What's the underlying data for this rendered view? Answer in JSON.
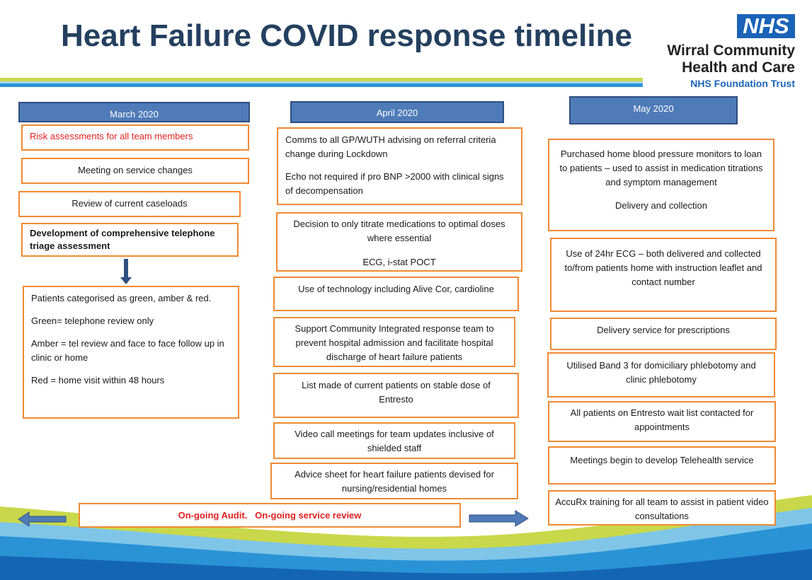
{
  "title": "Heart Failure COVID response timeline",
  "logo": {
    "badge": "NHS",
    "line1": "Wirral Community",
    "line2": "Health and Care",
    "line3": "NHS Foundation Trust"
  },
  "colors": {
    "title": "#24405f",
    "header_fill": "#4f7bb8",
    "box_border": "#ef8a33",
    "alert_text": "#e02020",
    "nhs_blue": "#1a63b8"
  },
  "columns": {
    "march": {
      "header": "March 2020",
      "box1": "Risk assessments for all team members",
      "box2": "Meeting on service changes",
      "box3": "Review of current caseloads",
      "box4": "Development of comprehensive telephone triage assessment",
      "box5": {
        "p1": "Patients categorised as green, amber & red.",
        "p2": "Green= telephone review only",
        "p3": "Amber = tel review and face to face follow up in clinic or home",
        "p4": "Red = home visit within 48 hours"
      }
    },
    "april": {
      "header": "April 2020",
      "box1": {
        "p1": "Comms to all GP/WUTH advising on referral criteria change during Lockdown",
        "p2": "Echo not required if pro BNP >2000 with clinical signs of decompensation"
      },
      "box2": {
        "p1": "Decision to only titrate medications to optimal doses where essential",
        "p2": "ECG, i-stat POCT"
      },
      "box3": "Use of technology including Alive Cor, cardioline",
      "box4": "Support Community Integrated response team to prevent hospital admission and facilitate hospital discharge of heart failure patients",
      "box5": "List made of current patients on stable dose of Entresto",
      "box6": "Video call meetings for team updates inclusive of shielded staff",
      "box7": "Advice sheet for heart failure patients devised for nursing/residential homes"
    },
    "may": {
      "header": "May 2020",
      "box1": {
        "p1": "Purchased home blood pressure monitors to loan to patients – used to assist in medication titrations and symptom management",
        "p2": "Delivery and collection"
      },
      "box2": "Use of 24hr ECG – both delivered and collected to/from patients home with instruction leaflet and contact number",
      "box3": "Delivery service for prescriptions",
      "box4": "Utilised Band 3 for domiciliary phlebotomy and clinic phlebotomy",
      "box5": "All patients on Entresto wait list contacted for appointments",
      "box6": "Meetings begin to develop Telehealth service",
      "box7": "AccuRx training for all team to assist in patient video consultations"
    }
  },
  "footer": {
    "banner": "On-going Audit.   On-going service review"
  }
}
